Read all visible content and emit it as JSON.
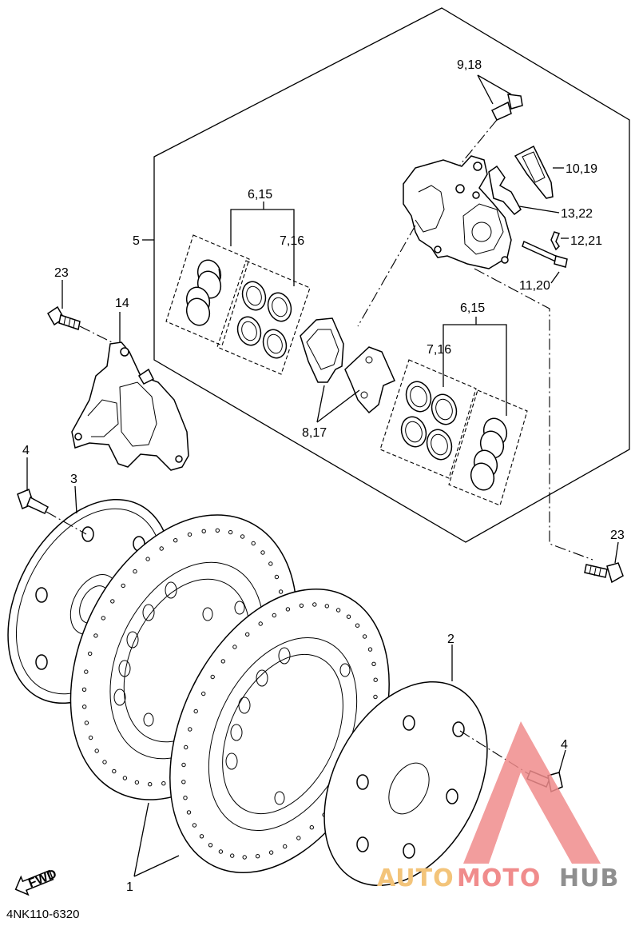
{
  "labels": {
    "l1": "1",
    "l2": "2",
    "l3": "3",
    "l4a": "4",
    "l4b": "4",
    "l5": "5",
    "l615a": "6,15",
    "l615b": "6,15",
    "l716a": "7,16",
    "l716b": "7,16",
    "l817": "8,17",
    "l918": "9,18",
    "l1019": "10,19",
    "l1120": "11,20",
    "l1221": "12,21",
    "l1322": "13,22",
    "l14": "14",
    "l23a": "23",
    "l23b": "23"
  },
  "fwd": "FWD",
  "diagram_code": "4NK110-6320",
  "watermark": {
    "part1": "AUTO",
    "part2": "MOTO",
    "part3": "HUB",
    "color_gold": "#f3c47a",
    "color_pink": "#f08c8c",
    "color_gray": "#8f8f8f"
  }
}
